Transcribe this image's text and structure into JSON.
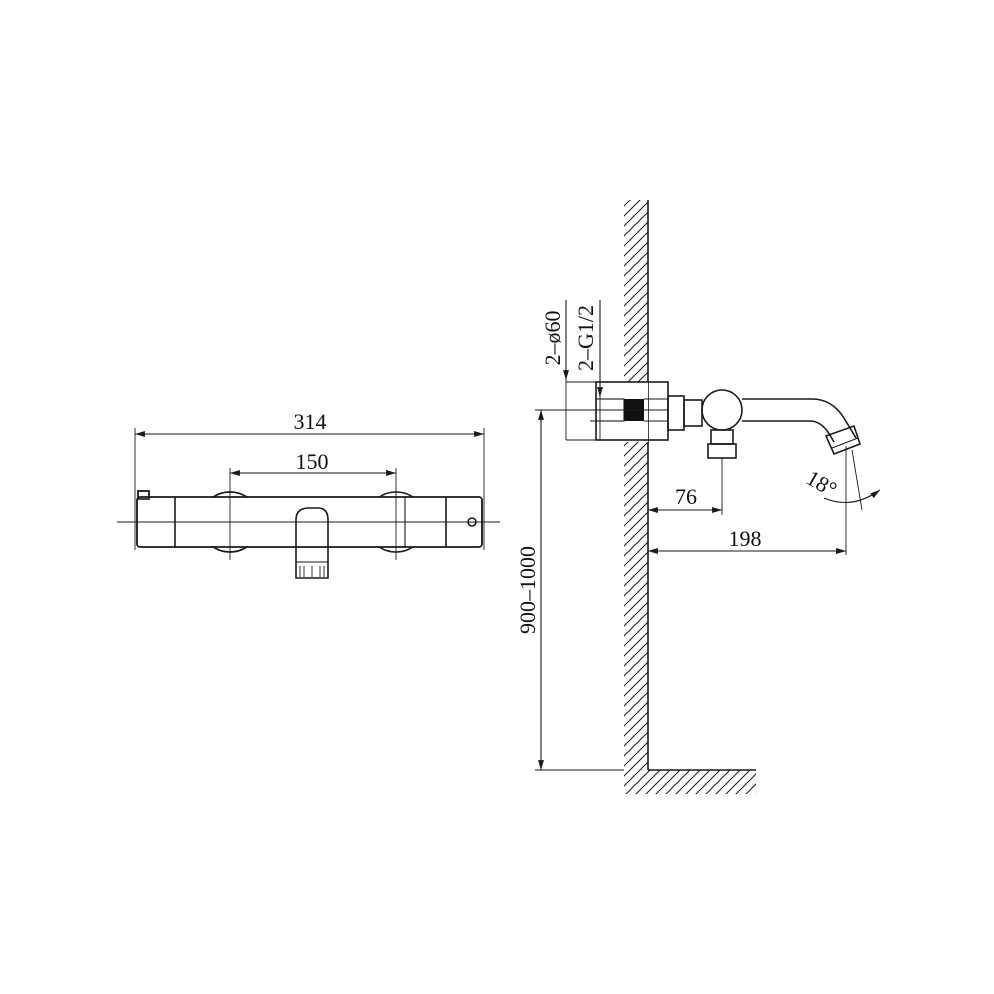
{
  "dimensions": {
    "overall_width": "314",
    "center_distance": "150",
    "wall_projection": "76",
    "spout_reach": "198",
    "spout_angle": "18°",
    "install_height": "900–1000",
    "flange_diameter": "2–ø60",
    "thread_size": "2–G1/2"
  },
  "colors": {
    "line": "#1a1a1a",
    "background": "#ffffff"
  }
}
